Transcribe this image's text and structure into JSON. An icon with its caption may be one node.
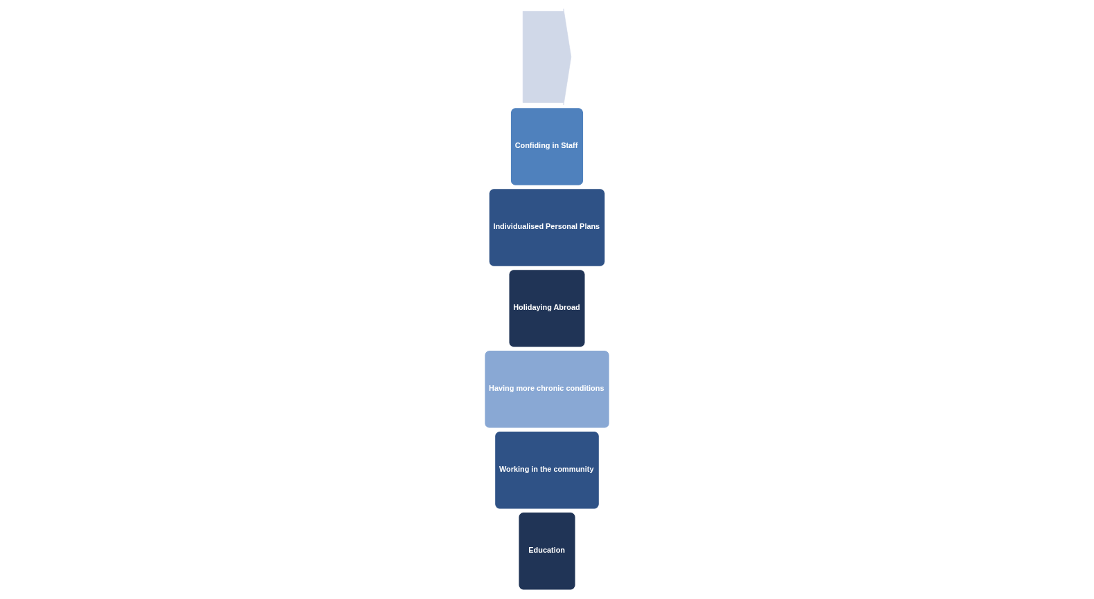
{
  "diagram": {
    "nodes": [
      {
        "text": [],
        "shape": "arrow"
      },
      {
        "text": [
          "Education"
        ]
      },
      {
        "text": [
          "Working in the community"
        ]
      },
      {
        "text": [
          "Having more chronic conditions"
        ]
      },
      {
        "text": [
          "Holidaying Abroad"
        ]
      },
      {
        "text": [
          "Individualised Personal Plans"
        ]
      },
      {
        "text": [
          "Confiding in Staff"
        ]
      }
    ],
    "edges": []
  }
}
